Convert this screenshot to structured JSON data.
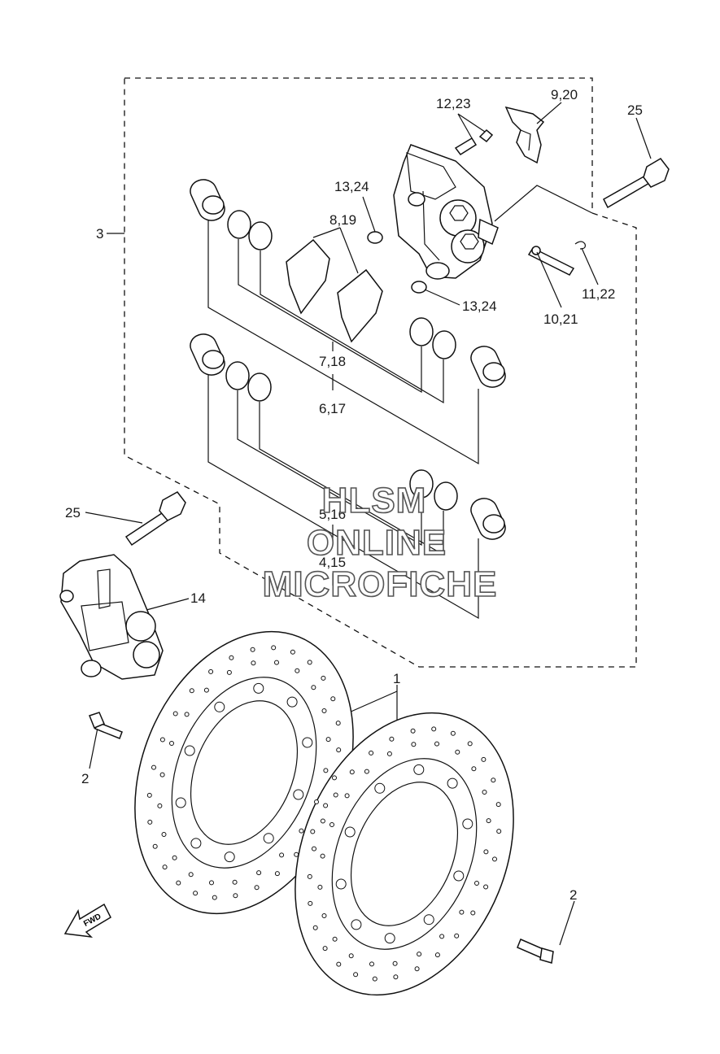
{
  "diagram": {
    "labels": {
      "l1": "1",
      "l2a": "2",
      "l2b": "2",
      "l3": "3",
      "l4_15": "4,15",
      "l5_16": "5,16",
      "l6_17": "6,17",
      "l7_18": "7,18",
      "l8_19": "8,19",
      "l9_20": "9,20",
      "l10_21": "10,21",
      "l11_22": "11,22",
      "l12_23": "12,23",
      "l13_24a": "13,24",
      "l13_24b": "13,24",
      "l14": "14",
      "l25a": "25",
      "l25b": "25"
    },
    "watermark": [
      "HLSM",
      "ONLINE",
      "MICROFICHE"
    ],
    "fwd_arrow": "FWD"
  }
}
